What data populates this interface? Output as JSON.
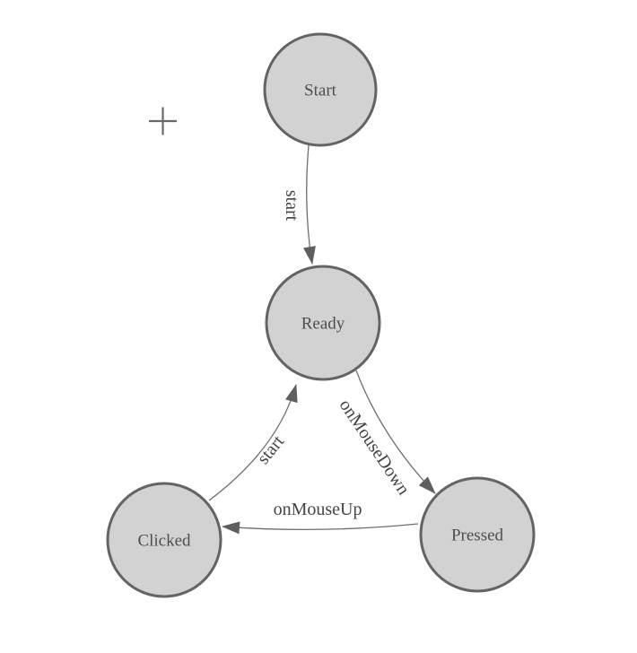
{
  "diagram": {
    "type": "state-machine",
    "background_color": "#ffffff",
    "colors": {
      "node_fill": "#d2d2d2",
      "node_stroke": "#646464",
      "edge": "#6e6e6e",
      "arrowhead": "#5f5f5f",
      "node_label": "#4e4e4e",
      "edge_label": "#454545",
      "crosshair": "#696969"
    },
    "nodes": [
      {
        "id": "start",
        "label": "Start"
      },
      {
        "id": "ready",
        "label": "Ready"
      },
      {
        "id": "clicked",
        "label": "Clicked"
      },
      {
        "id": "pressed",
        "label": "Pressed"
      }
    ],
    "edges": [
      {
        "from": "start",
        "to": "ready",
        "label": "start"
      },
      {
        "from": "ready",
        "to": "pressed",
        "label": "onMouseDown"
      },
      {
        "from": "pressed",
        "to": "clicked",
        "label": "onMouseUp"
      },
      {
        "from": "clicked",
        "to": "ready",
        "label": "start"
      }
    ],
    "icons": [
      {
        "name": "plus-crosshair-icon"
      }
    ]
  }
}
